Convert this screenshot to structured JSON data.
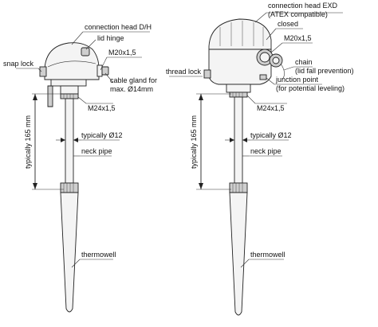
{
  "left": {
    "labels": {
      "connection_head": "connection head D/H",
      "lid_hinge": "lid hinge",
      "m20": "M20x1,5",
      "snap_lock": "snap lock",
      "cable_gland_1": "cable gland for",
      "cable_gland_2": "max. Ø14mm",
      "m24": "M24x1,5",
      "typically_165": "typically 165 mm",
      "typically_12": "typically Ø12",
      "neck_pipe": "neck pipe",
      "thermowell": "thermowell"
    }
  },
  "right": {
    "labels": {
      "connection_head_1": "connection head EXD",
      "connection_head_2": "(ATEX compatible)",
      "closed": "closed",
      "m20": "M20x1,5",
      "thread_lock": "thread lock",
      "chain_1": "chain",
      "chain_2": "(lid fall prevention)",
      "junction_1": "junction point",
      "junction_2": "(for potential leveling)",
      "m24": "M24x1,5",
      "typically_165": "typically 165 mm",
      "typically_12": "typically Ø12",
      "neck_pipe": "neck pipe",
      "thermowell": "thermowell"
    }
  }
}
